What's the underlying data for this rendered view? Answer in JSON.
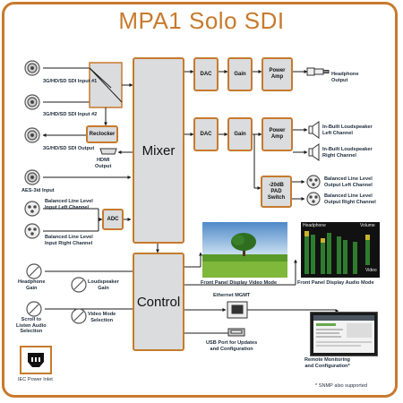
{
  "title": "MPA1 Solo SDI",
  "inputs": {
    "sdi1": "3G/HD/SD SDI Input #1",
    "sdi2": "3G/HD/SD SDI Input #2",
    "sdi_out": "3G/HD/SD SDI Output",
    "hdmi_out": "HDMI\nOutput",
    "aes": "AES-3id Input",
    "line_left": "Balanced Line Level\nInput Left Channel",
    "line_right": "Balanced Line Level\nInput Right Channel"
  },
  "blocks": {
    "reclocker": "Reclocker",
    "mixer": "Mixer",
    "adc": "ADC",
    "control": "Control",
    "dac1": "DAC",
    "gain1": "Gain",
    "amp1": "Power\nAmp",
    "dac2": "DAC",
    "gain2": "Gain",
    "amp2": "Power\nAmp",
    "pad": "-20dB\nPAD\nSwitch"
  },
  "outputs": {
    "headphone": "Headphone\nOutput",
    "spk_left": "In-Built Loudspeaker\nLeft Channel",
    "spk_right": "In-Built Loudspeaker\nRight Channel",
    "line_left": "Balanced Line Level\nOutput Left Channel",
    "line_right": "Balanced Line Level\nOutput Right Channel"
  },
  "controls": {
    "hp_gain": "Headphone\nGain",
    "ls_gain": "Loudspeaker\nGain",
    "scroll": "Scroll to\nListen Audio\nSelection",
    "video_mode": "Video Mode\nSelection"
  },
  "panels": {
    "video": "Front Panel Display Video Mode",
    "audio": "Front Panel Display Audio Mode",
    "ethernet": "Ethernet MGMT",
    "usb": "USB Port for Updates\nand Configuration",
    "remote": "Remote Monitoring\nand Configuration*",
    "snmp": "* SNMP also supported",
    "power": "IEC Power Inlet"
  },
  "meter_labels": {
    "headphone": "Headphone",
    "volume": "Volume",
    "video": "Video"
  },
  "colors": {
    "accent": "#c77a2e",
    "block_fill": "#dadcdd",
    "wire": "#1a1a1a"
  }
}
